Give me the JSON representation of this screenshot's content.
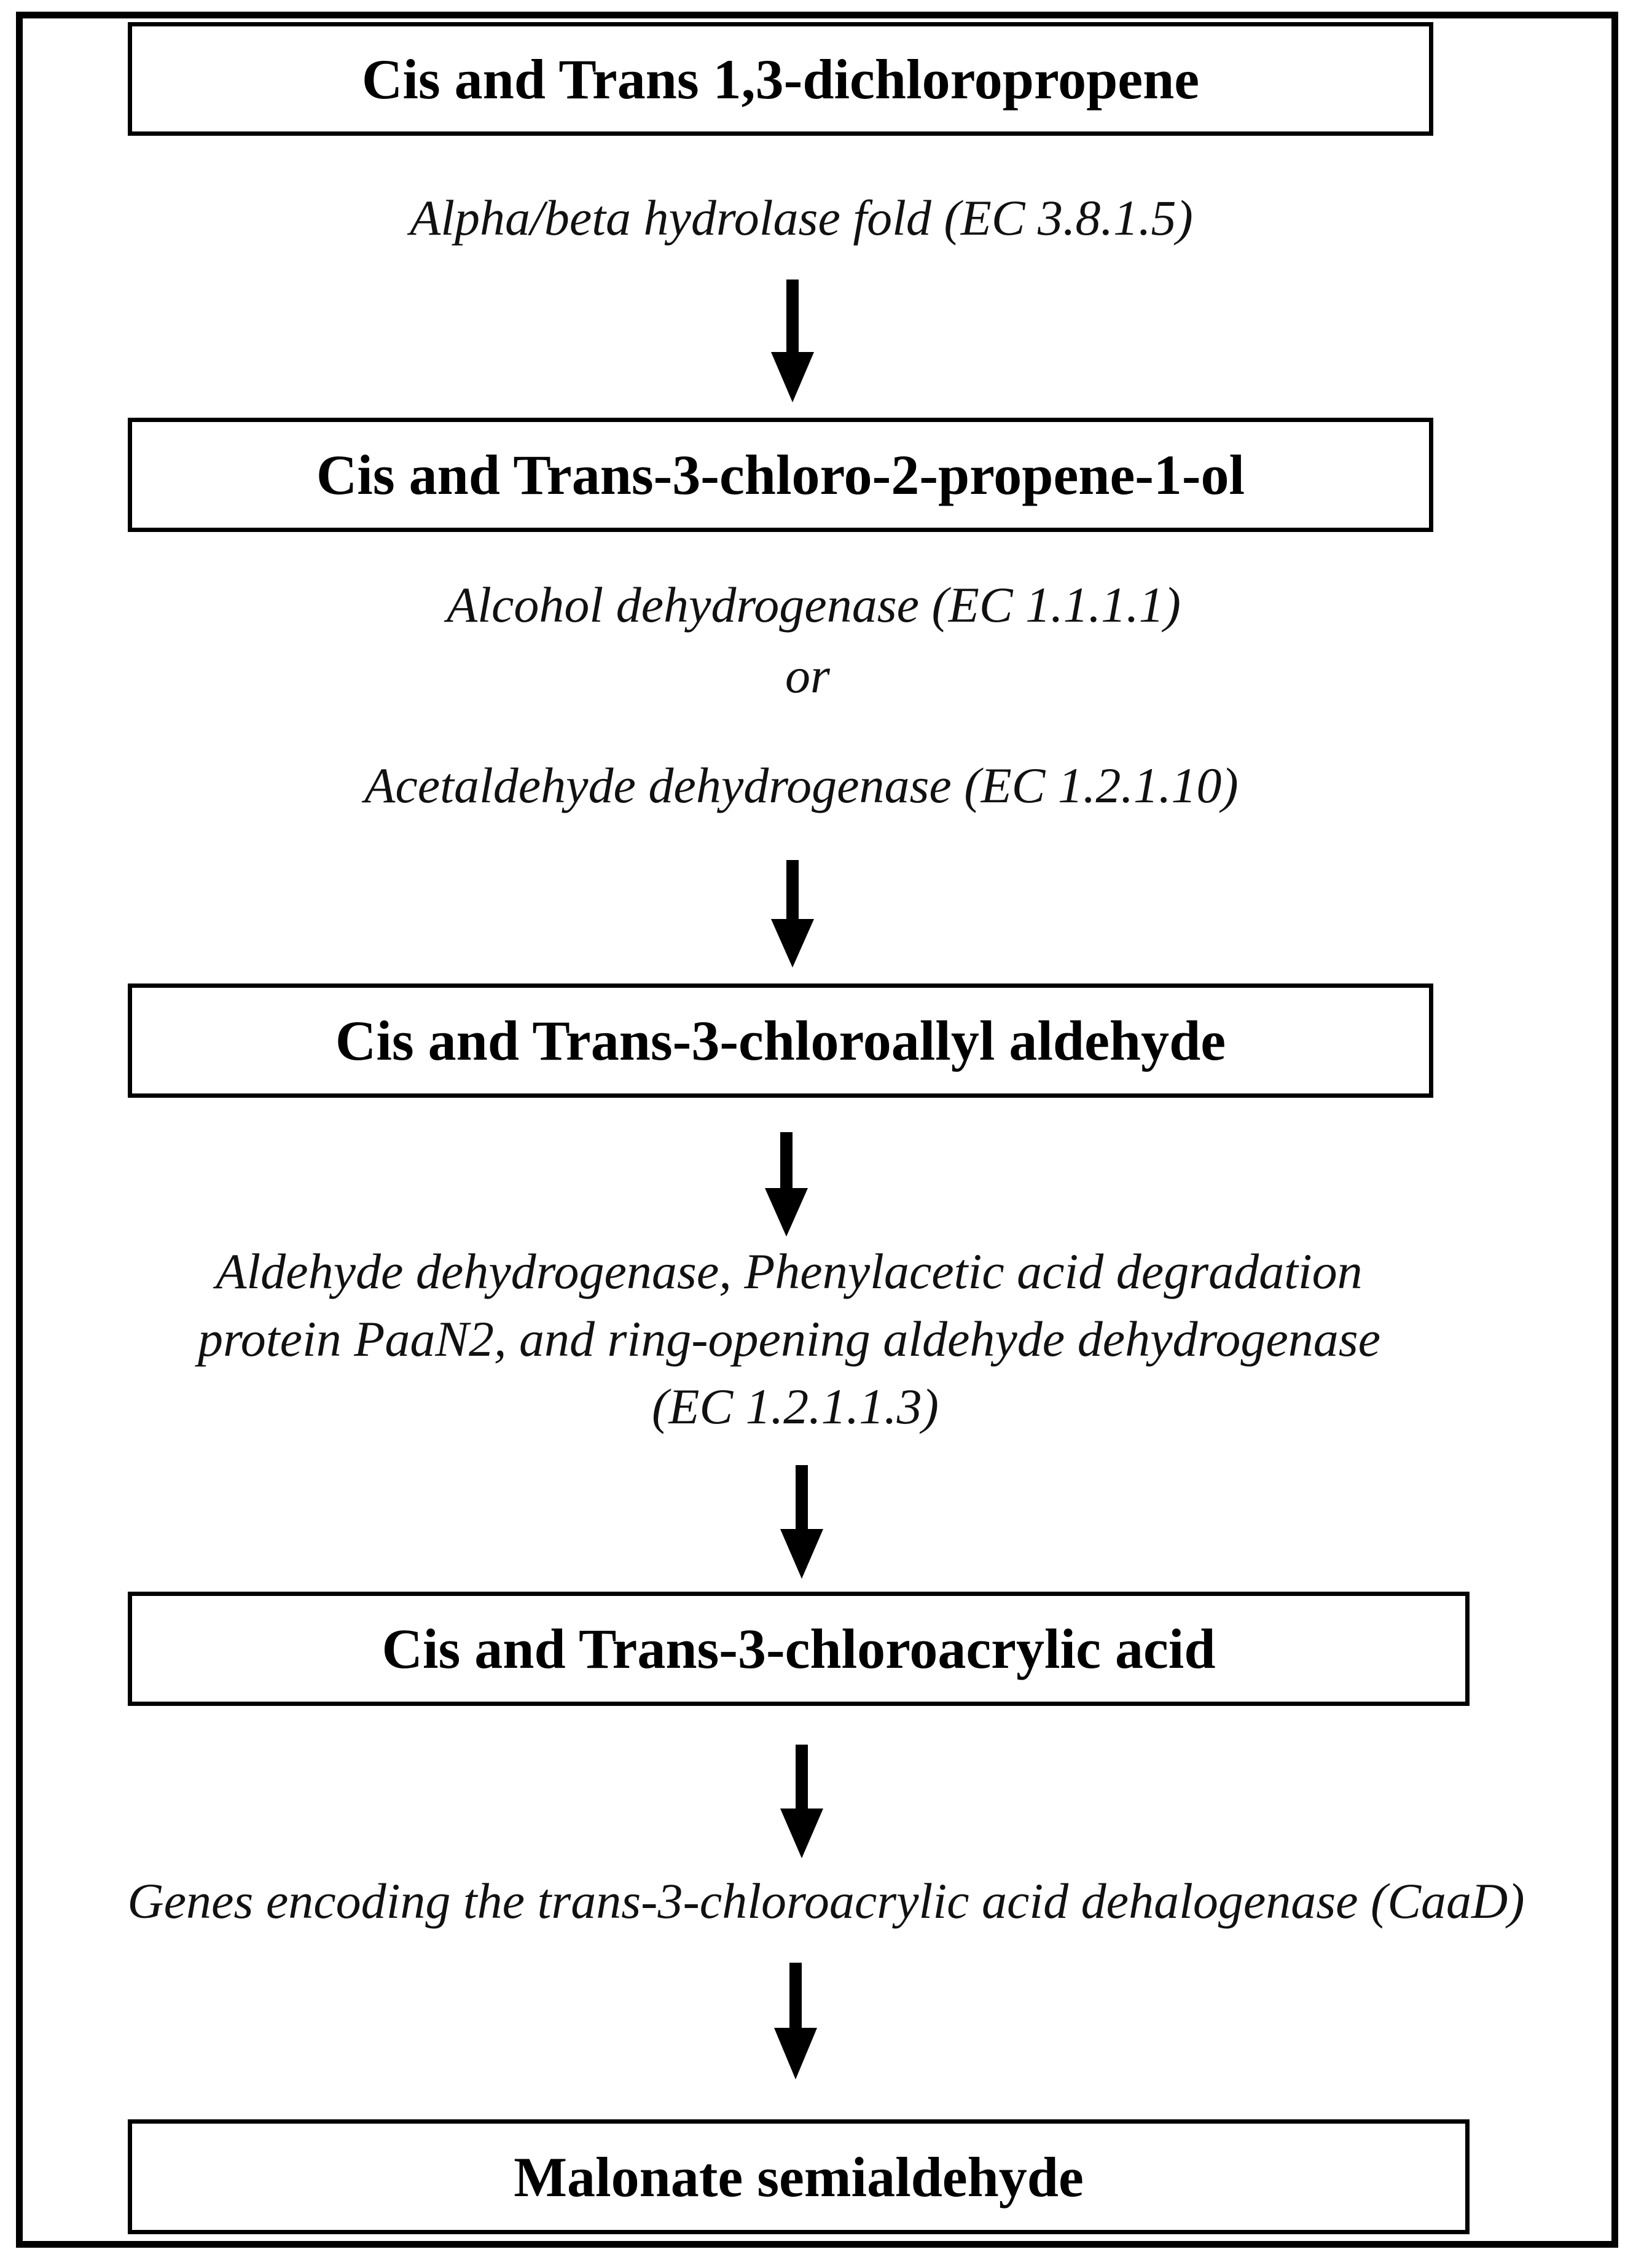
{
  "diagram": {
    "compounds": [
      "Cis and Trans 1,3-dichloropropene",
      "Cis and Trans-3-chloro-2-propene-1-ol",
      "Cis and Trans-3-chloroallyl  aldehyde",
      "Cis and Trans-3-chloroacrylic acid",
      "Malonate semialdehyde"
    ],
    "enzymes": {
      "step1": "Alpha/beta hydrolase fold (EC 3.8.1.5)",
      "step2_line1": "Alcohol dehydrogenase (EC 1.1.1.1)",
      "step2_or": "or",
      "step2_line2": "Acetaldehyde dehydrogenase (EC 1.2.1.10)",
      "step3_line1": "Aldehyde dehydrogenase, Phenylacetic acid  degradation",
      "step3_line2": "protein PaaN2, and ring-opening aldehyde dehydrogenase",
      "step3_line3": "(EC 1.2.1.1.3)",
      "step4": "Genes encoding the trans-3-chloroacrylic acid dehalogenase (CaaD)"
    }
  }
}
